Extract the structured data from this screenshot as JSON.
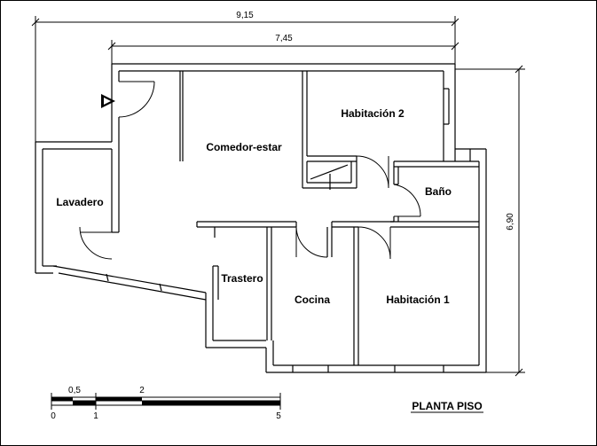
{
  "dimensions": {
    "overall_width": "9,15",
    "inner_width": "7,45",
    "height": "6,90"
  },
  "rooms": {
    "lavadero": "Lavadero",
    "comedor": "Comedor-estar",
    "habitacion2": "Habitación 2",
    "bano": "Baño",
    "trastero": "Trastero",
    "cocina": "Cocina",
    "habitacion1": "Habitación 1"
  },
  "scale_bar": {
    "top_labels": [
      "0,5",
      "2"
    ],
    "bottom_labels": [
      "0",
      "1",
      "5"
    ]
  },
  "title": "PLANTA PISO"
}
